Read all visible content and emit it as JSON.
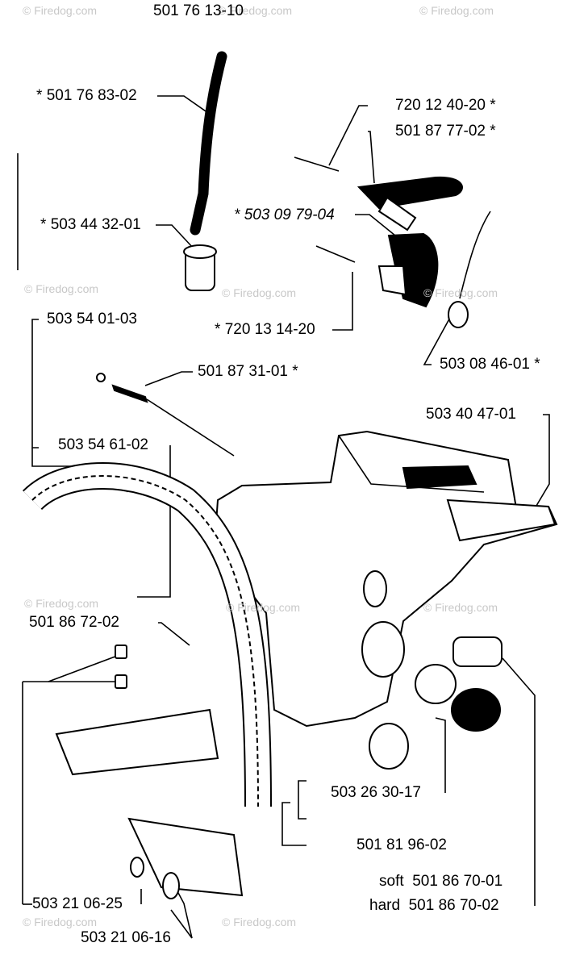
{
  "watermark": "© Firedog.com",
  "parts": [
    {
      "number": "501 76 13-10",
      "star_before": false,
      "star_after": false
    },
    {
      "number": "501 76 83-02",
      "star_before": true,
      "star_after": false
    },
    {
      "number": "720 12 40-20",
      "star_before": false,
      "star_after": true
    },
    {
      "number": "501 87 77-02",
      "star_before": false,
      "star_after": true
    },
    {
      "number": "503 09 79-04",
      "star_before": true,
      "star_after": false
    },
    {
      "number": "503 44 32-01",
      "star_before": true,
      "star_after": false
    },
    {
      "number": "720 13 14-20",
      "star_before": true,
      "star_after": false
    },
    {
      "number": "503 54 01-03",
      "star_before": false,
      "star_after": false
    },
    {
      "number": "503 08 46-01",
      "star_before": false,
      "star_after": true
    },
    {
      "number": "501 87 31-01",
      "star_before": false,
      "star_after": true
    },
    {
      "number": "503 40 47-01",
      "star_before": false,
      "star_after": false
    },
    {
      "number": "503 54 61-02",
      "star_before": false,
      "star_after": false
    },
    {
      "number": "501 86 72-02",
      "star_before": false,
      "star_after": false
    },
    {
      "number": "503 26 30-17",
      "star_before": false,
      "star_after": false
    },
    {
      "number": "501 81 96-02",
      "star_before": false,
      "star_after": false
    },
    {
      "number": "501 86 70-01",
      "prefix": "soft"
    },
    {
      "number": "501 86 70-02",
      "prefix": "hard"
    },
    {
      "number": "503 21 06-25",
      "star_before": false,
      "star_after": false
    },
    {
      "number": "503 21 06-16",
      "star_before": false,
      "star_after": false
    }
  ]
}
